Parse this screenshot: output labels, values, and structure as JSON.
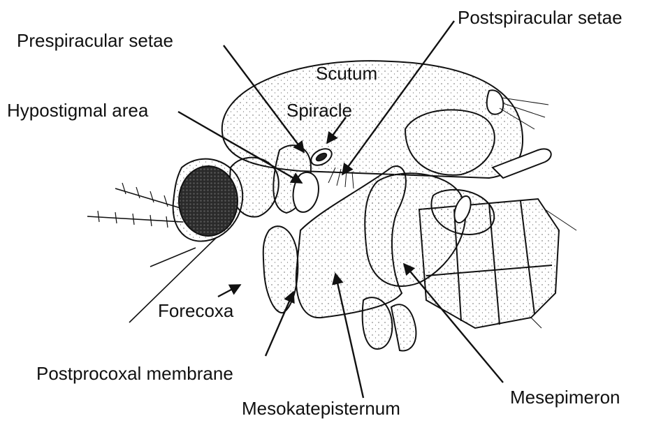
{
  "figure": {
    "labels": {
      "postspiracular_setae": "Postspiracular setae",
      "prespiracular_setae": "Prespiracular setae",
      "scutum": "Scutum",
      "spiracle": "Spiracle",
      "hypostigmal_area": "Hypostigmal area",
      "forecoxa": "Forecoxa",
      "postprocoxal_membrane": "Postprocoxal membrane",
      "mesokatepisternum": "Mesokatepisternum",
      "mesepimeron": "Mesepimeron"
    },
    "colors": {
      "ink": "#111111",
      "paper": "#ffffff",
      "stipple": "#555555"
    }
  }
}
